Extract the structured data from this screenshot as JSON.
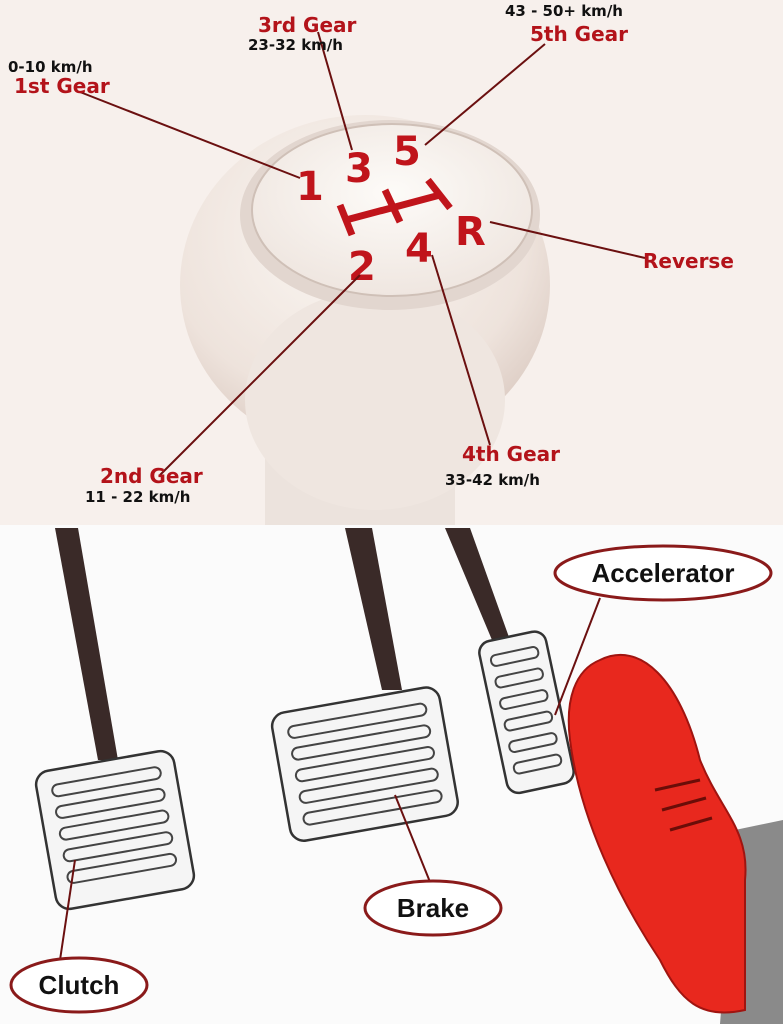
{
  "gears": {
    "first": {
      "label": "1st Gear",
      "speed": "0-10 km/h"
    },
    "second": {
      "label": "2nd Gear",
      "speed": "11 - 22 km/h"
    },
    "third": {
      "label": "3rd Gear",
      "speed": "23-32 km/h"
    },
    "fourth": {
      "label": "4th Gear",
      "speed": "33-42 km/h"
    },
    "fifth": {
      "label": "5th Gear",
      "speed": "43 - 50+ km/h"
    },
    "reverse": {
      "label": "Reverse"
    }
  },
  "knob": {
    "n1": "1",
    "n2": "2",
    "n3": "3",
    "n4": "4",
    "n5": "5",
    "nR": "R"
  },
  "pedals": {
    "clutch": "Clutch",
    "brake": "Brake",
    "accelerator": "Accelerator"
  },
  "colors": {
    "label_red": "#b3131a",
    "shoe_red": "#e8281e",
    "background": "#f7f0ec"
  }
}
